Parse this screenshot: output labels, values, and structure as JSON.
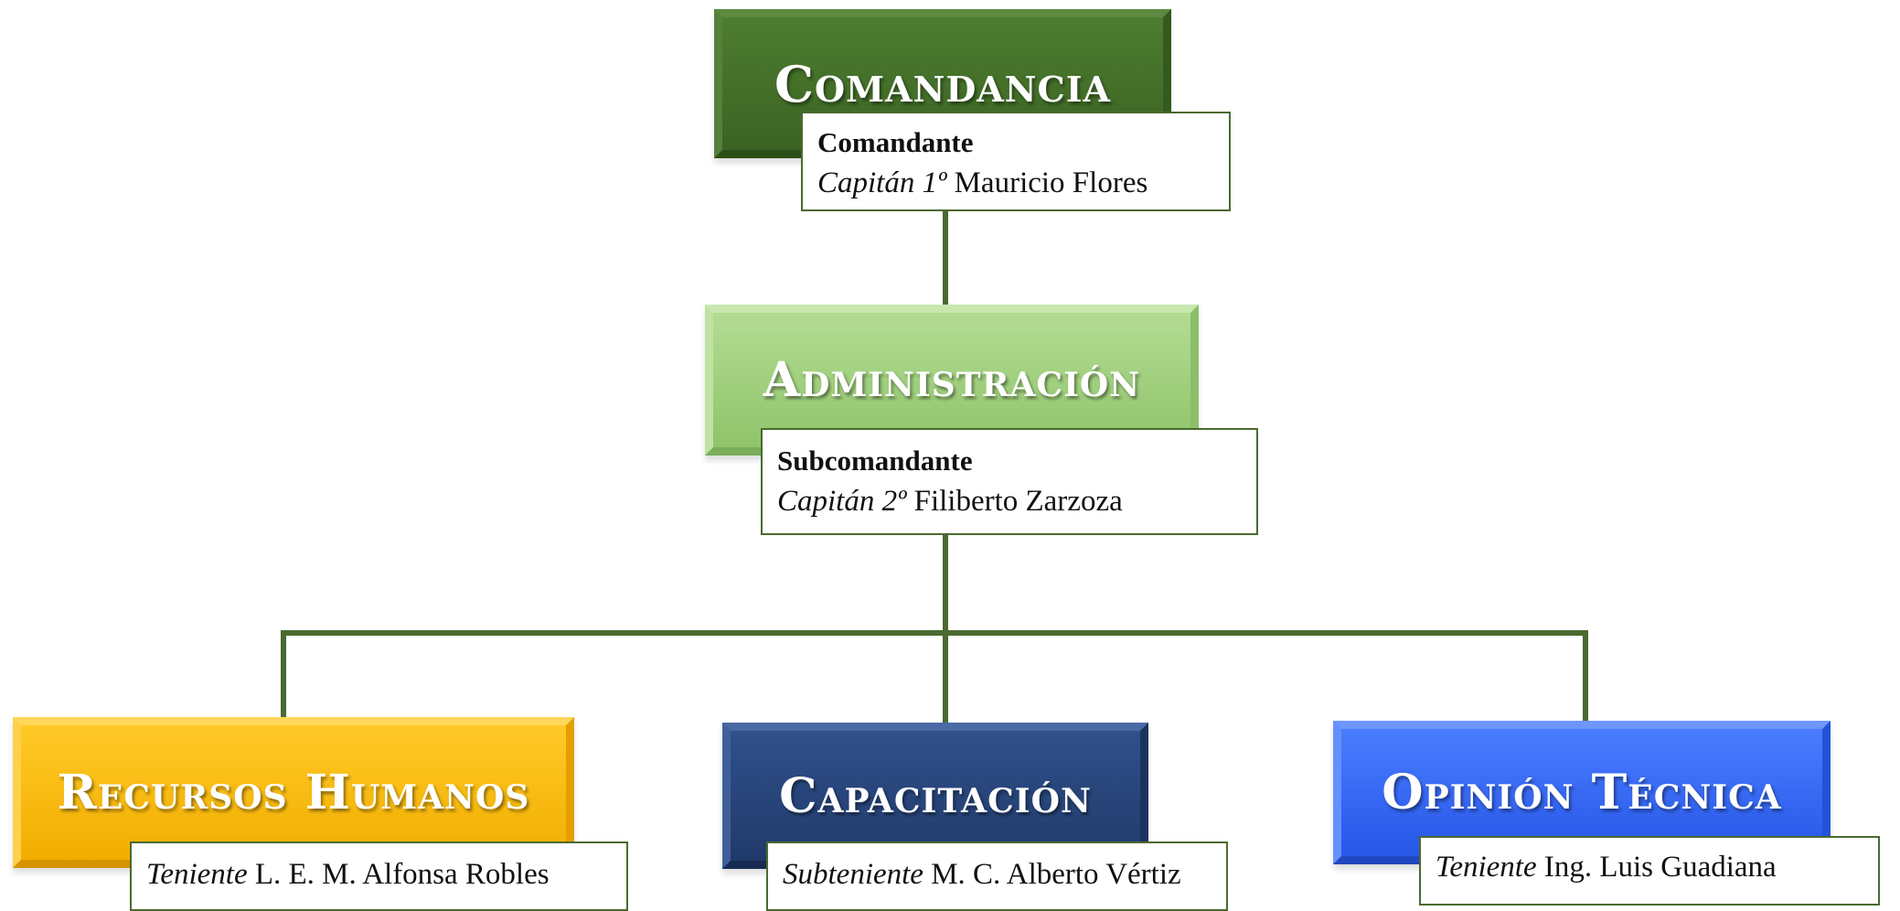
{
  "colors": {
    "connector": "#4a6a30",
    "comandancia": "#3f6a26",
    "administracion": "#a2d07e",
    "recursos_humanos": "#f8b800",
    "capacitacion": "#243f72",
    "opinion_tecnica": "#2f62f2"
  },
  "comandancia": {
    "title": "Comandancia",
    "role": "Comandante",
    "rank": "Capitán 1º",
    "name": "Mauricio Flores"
  },
  "administracion": {
    "title": "Administración",
    "role": "Subcomandante",
    "rank": "Capitán 2º",
    "name": "Filiberto Zarzoza"
  },
  "recursos_humanos": {
    "title": "Recursos Humanos",
    "rank": "Teniente",
    "name": "L. E. M. Alfonsa Robles"
  },
  "capacitacion": {
    "title": "Capacitación",
    "rank": "Subteniente",
    "name": "M. C. Alberto Vértiz"
  },
  "opinion_tecnica": {
    "title": "Opinión Técnica",
    "rank": "Teniente",
    "name": "Ing. Luis Guadiana"
  }
}
